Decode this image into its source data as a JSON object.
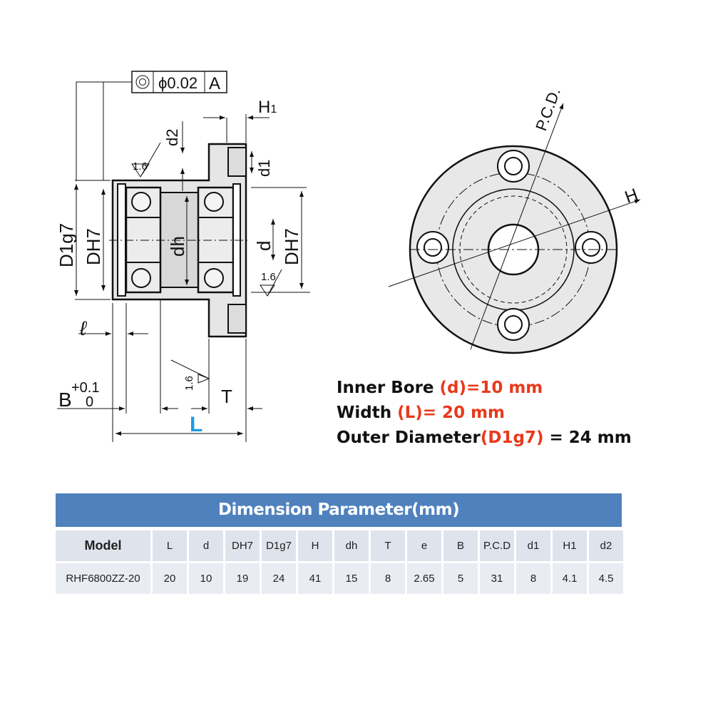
{
  "drawing": {
    "labels": {
      "tolerance_value": "ϕ0.02",
      "datum": "A",
      "H1": "H",
      "H1_sub": "1",
      "d2": "d2",
      "d1": "d1",
      "roughness": "1.6",
      "D1g7": "D1g7",
      "DH7": "DH7",
      "dh": "dh",
      "d": "d",
      "l": "ℓ",
      "B": "B",
      "B_tol_upper": "+0.1",
      "B_tol_lower": "0",
      "T": "T",
      "L": "L",
      "PCD": "P.C.D.",
      "H": "H"
    },
    "accent_color": "#1e9be0"
  },
  "specs": [
    {
      "label": "Inner Bore ",
      "key": "(d)",
      "value": "=10 mm"
    },
    {
      "label": "Width ",
      "key": "(L)",
      "value": "= 20 mm"
    },
    {
      "label": "Outer Diameter",
      "key": "(D1g7)",
      "value": " = 24 mm"
    }
  ],
  "table": {
    "title": "Dimension Parameter(mm)",
    "headers": [
      "Model",
      "L",
      "d",
      "DH7",
      "D1g7",
      "H",
      "dh",
      "T",
      "e",
      "B",
      "P.C.D",
      "d1",
      "H1",
      "d2"
    ],
    "rows": [
      [
        "RHF6800ZZ-20",
        "20",
        "10",
        "19",
        "24",
        "41",
        "15",
        "8",
        "2.65",
        "5",
        "31",
        "8",
        "4.1",
        "4.5"
      ]
    ]
  }
}
